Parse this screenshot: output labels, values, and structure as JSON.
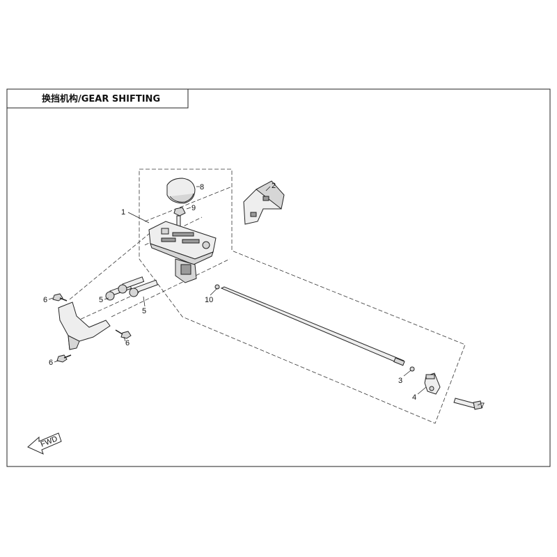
{
  "title": "换挡机构/GEAR SHIFTING",
  "fwd_label": "FWD",
  "callouts": {
    "c1": "1",
    "c2": "2",
    "c3": "3",
    "c4": "4",
    "c5a": "5",
    "c5b": "5",
    "c6a": "6",
    "c6b": "6",
    "c6c": "6",
    "c7": "7",
    "c8": "8",
    "c9": "9",
    "c10": "10"
  }
}
